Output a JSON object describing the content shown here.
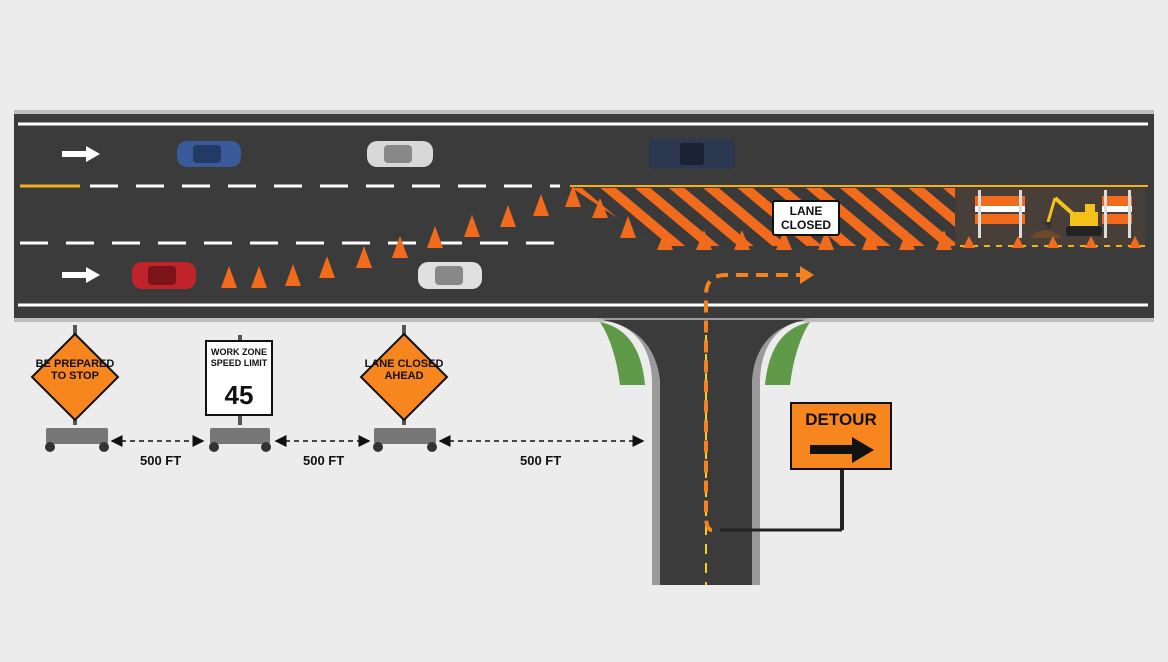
{
  "signs": [
    {
      "text": "BE PREPARED TO STOP"
    },
    {
      "title": "WORK ZONE SPEED LIMIT",
      "value": "45"
    },
    {
      "text": "LANE CLOSED AHEAD"
    }
  ],
  "distances": [
    "500 FT",
    "500 FT",
    "500 FT"
  ],
  "closure_sign": "LANE CLOSED",
  "detour_sign": "DETOUR",
  "colors": {
    "road": "#3b3b3b",
    "sign_orange": "#f7861e",
    "cone_orange": "#f26a1b",
    "grass": "#5e9a48",
    "detour_path": "#f5821f"
  }
}
